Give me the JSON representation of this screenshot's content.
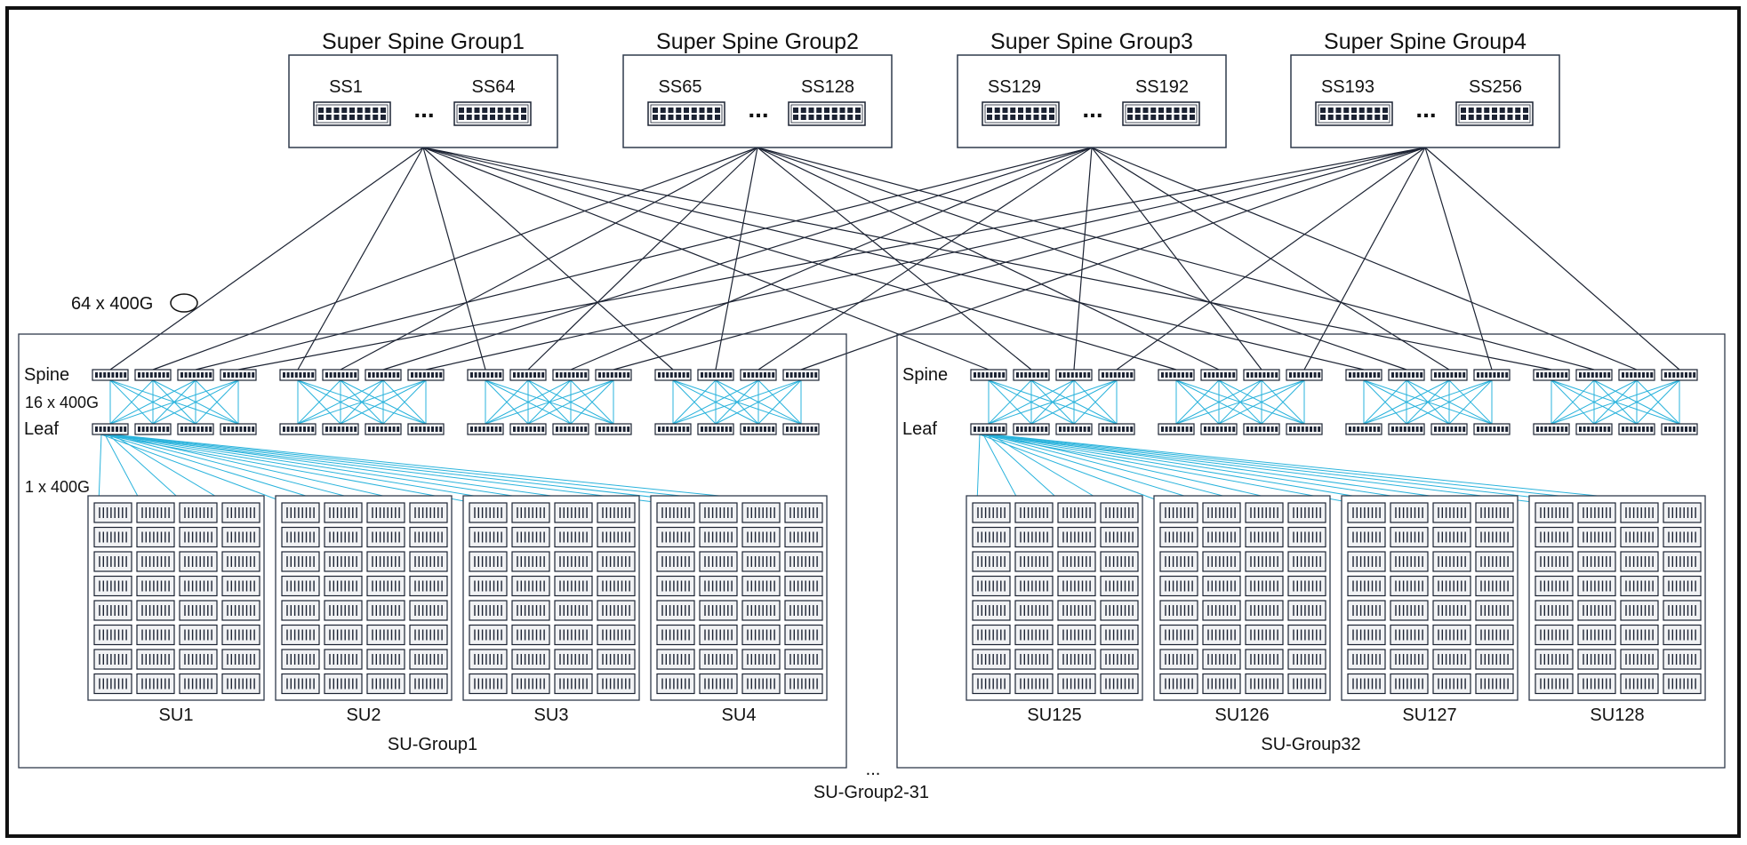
{
  "colors": {
    "border": "#111111",
    "box_stroke": "#2f3a4c",
    "navy": "#1c2333",
    "cyan": "#2ab3dc",
    "switch_fill": "#ffffff",
    "server_fill": "#f1f2f4"
  },
  "super_spine_groups": [
    {
      "title": "Super Spine Group1",
      "first": "SS1",
      "last": "SS64",
      "dots": "..."
    },
    {
      "title": "Super Spine Group2",
      "first": "SS65",
      "last": "SS128",
      "dots": "..."
    },
    {
      "title": "Super Spine Group3",
      "first": "SS129",
      "last": "SS192",
      "dots": "..."
    },
    {
      "title": "Super Spine Group4",
      "first": "SS193",
      "last": "SS256",
      "dots": "..."
    }
  ],
  "link_label": "64 x 400G",
  "su_groups": [
    {
      "name": "SU-Group1",
      "spine_label": "Spine",
      "spine_leaf_link": "16 x 400G",
      "leaf_label": "Leaf",
      "leaf_server_link": "1 x 400G",
      "units": [
        "SU1",
        "SU2",
        "SU3",
        "SU4"
      ]
    },
    {
      "name": "SU-Group32",
      "spine_label": "Spine",
      "leaf_label": "Leaf",
      "units": [
        "SU125",
        "SU126",
        "SU127",
        "SU128"
      ]
    }
  ],
  "middle_dots": "...",
  "middle_label": "SU-Group2-31"
}
